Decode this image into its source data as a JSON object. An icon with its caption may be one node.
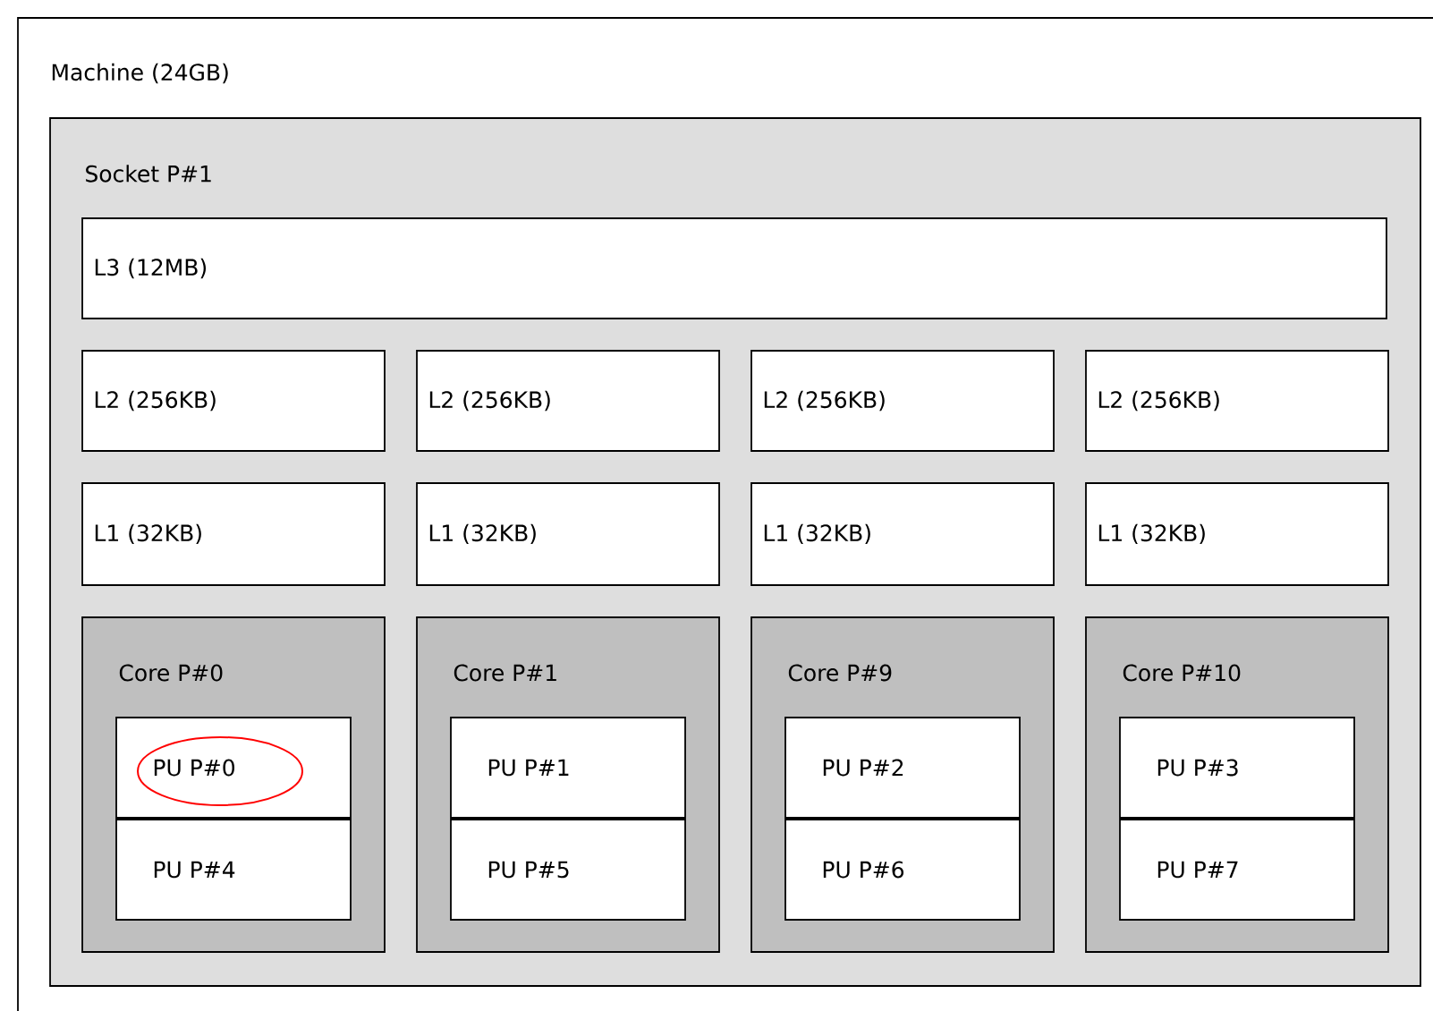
{
  "diagram": {
    "nodes": [
      {
        "text": [
          "Machine (24GB)"
        ]
      },
      {
        "text": [
          "Socket P#1"
        ],
        "in": 0
      },
      {
        "text": [
          "L3 (12MB)"
        ],
        "in": 1
      },
      {
        "text": [
          "L2 (256KB)"
        ],
        "in": 1
      },
      {
        "text": [
          "L2 (256KB)"
        ],
        "in": 1
      },
      {
        "text": [
          "L2 (256KB)"
        ],
        "in": 1
      },
      {
        "text": [
          "L2 (256KB)"
        ],
        "in": 1
      },
      {
        "text": [
          "L1 (32KB)"
        ],
        "in": 1
      },
      {
        "text": [
          "L1 (32KB)"
        ],
        "in": 1
      },
      {
        "text": [
          "L1 (32KB)"
        ],
        "in": 1
      },
      {
        "text": [
          "L1 (32KB)"
        ],
        "in": 1
      },
      {
        "text": [
          "Core P#0"
        ],
        "in": 1
      },
      {
        "text": [
          "PU P#0"
        ],
        "in": 11
      },
      {
        "text": [
          "PU P#4"
        ],
        "in": 11
      },
      {
        "text": [
          "Core P#1"
        ],
        "in": 1
      },
      {
        "text": [
          "PU P#1"
        ],
        "in": 14
      },
      {
        "text": [
          "PU P#5"
        ],
        "in": 14
      },
      {
        "text": [
          "Core P#9"
        ],
        "in": 1
      },
      {
        "text": [
          "PU P#2"
        ],
        "in": 17
      },
      {
        "text": [
          "PU P#6"
        ],
        "in": 17
      },
      {
        "text": [
          "Core P#10"
        ],
        "in": 1
      },
      {
        "text": [
          "PU P#3"
        ],
        "in": 20
      },
      {
        "text": [
          "PU P#7"
        ],
        "in": 20
      }
    ]
  }
}
